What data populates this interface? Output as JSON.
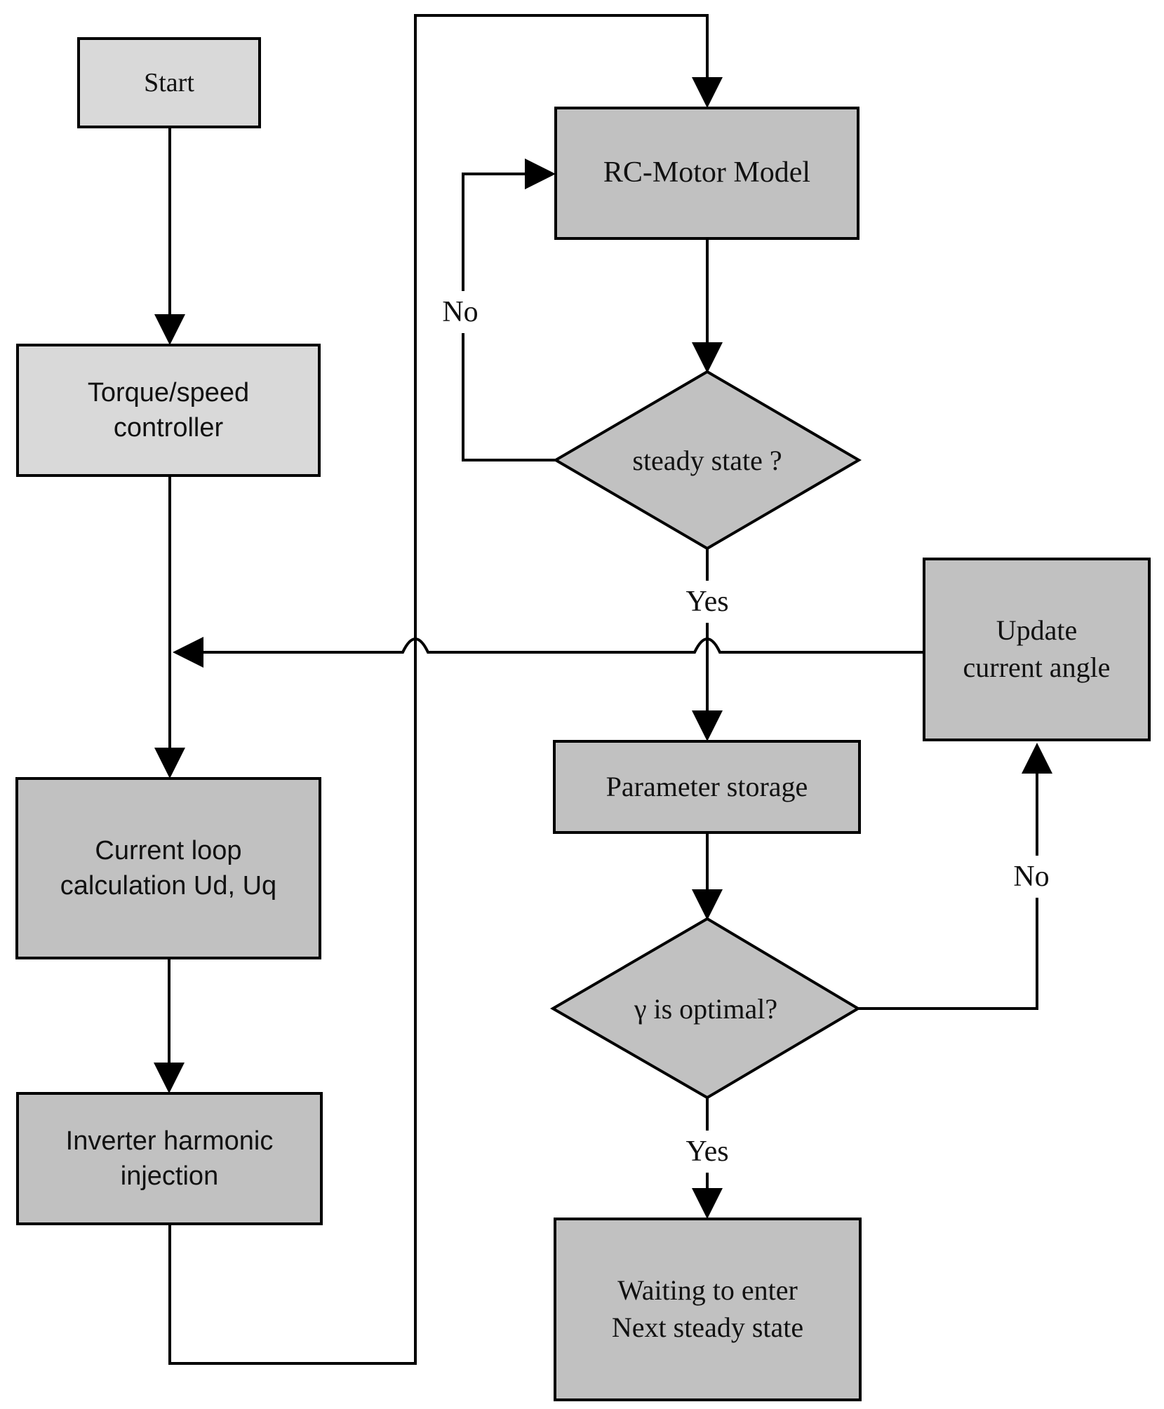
{
  "diagram": {
    "type": "flowchart",
    "nodes": {
      "start": {
        "label": "Start",
        "shape": "rect",
        "tone": "light"
      },
      "torque": {
        "label": "Torque/speed\ncontroller",
        "shape": "rect",
        "tone": "light"
      },
      "current_loop": {
        "label": "Current loop\ncalculation Ud, Uq",
        "shape": "rect",
        "tone": "dark"
      },
      "inverter": {
        "label": "Inverter harmonic\ninjection",
        "shape": "rect",
        "tone": "dark"
      },
      "rc_motor": {
        "label": "RC-Motor Model",
        "shape": "rect",
        "tone": "dark"
      },
      "steady_state": {
        "label": "steady state ?",
        "shape": "diamond",
        "tone": "dark"
      },
      "update_angle": {
        "label": "Update\ncurrent angle",
        "shape": "rect",
        "tone": "dark"
      },
      "param_storage": {
        "label": "Parameter storage",
        "shape": "rect",
        "tone": "dark"
      },
      "gamma_optimal": {
        "label": "γ is optimal?",
        "shape": "diamond",
        "tone": "dark"
      },
      "waiting": {
        "label": "Waiting to enter\nNext steady state",
        "shape": "rect",
        "tone": "dark"
      }
    },
    "edge_labels": {
      "steady_state_no": "No",
      "steady_state_yes": "Yes",
      "gamma_no": "No",
      "gamma_yes": "Yes"
    },
    "colors": {
      "light_box_fill": "#d9d9d9",
      "dark_box_fill": "#c1c1c1",
      "line": "#000000",
      "background": "#ffffff"
    }
  }
}
